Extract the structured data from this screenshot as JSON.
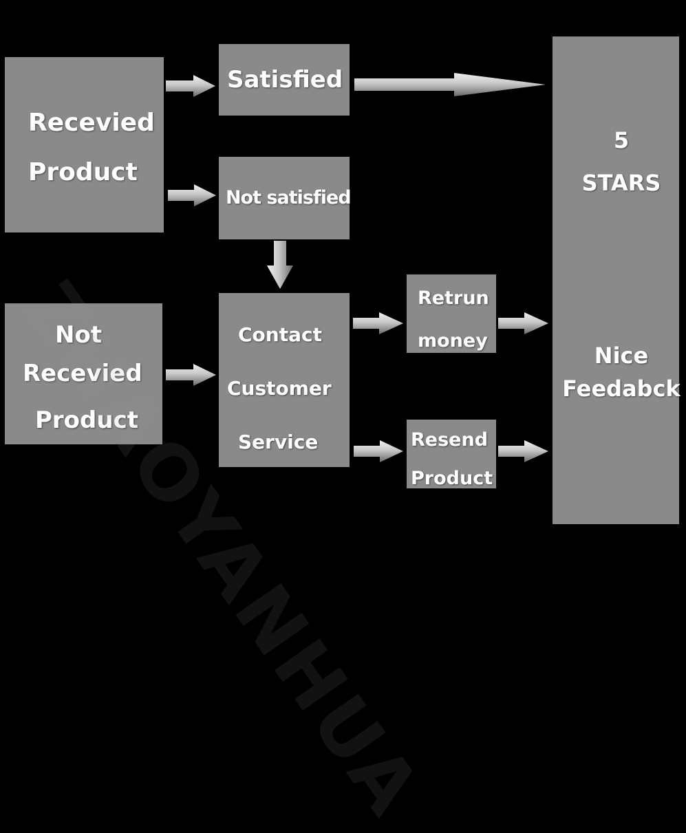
{
  "nodes": {
    "received": {
      "lines": [
        "Recevied",
        "Product"
      ]
    },
    "satisfied": {
      "lines": [
        "Satisfied"
      ]
    },
    "not_satisfied": {
      "lines": [
        "Not satisfied"
      ]
    },
    "not_received": {
      "lines": [
        "Not",
        "Recevied",
        "Product"
      ]
    },
    "contact": {
      "lines": [
        "Contact",
        "Customer",
        "Service"
      ]
    },
    "return_money": {
      "lines": [
        "Retrun",
        "money"
      ]
    },
    "resend": {
      "lines": [
        "Resend",
        "Product"
      ]
    },
    "feedback": {
      "stars_lines": [
        "5",
        "STARS"
      ],
      "nice_lines": [
        "Nice",
        "Feedabck"
      ]
    }
  },
  "watermark": "ZHAOYANHUA",
  "colors": {
    "box": "#8a8a8a",
    "background": "#000000",
    "text": "#ffffff",
    "arrow": "#d9d9d9"
  }
}
